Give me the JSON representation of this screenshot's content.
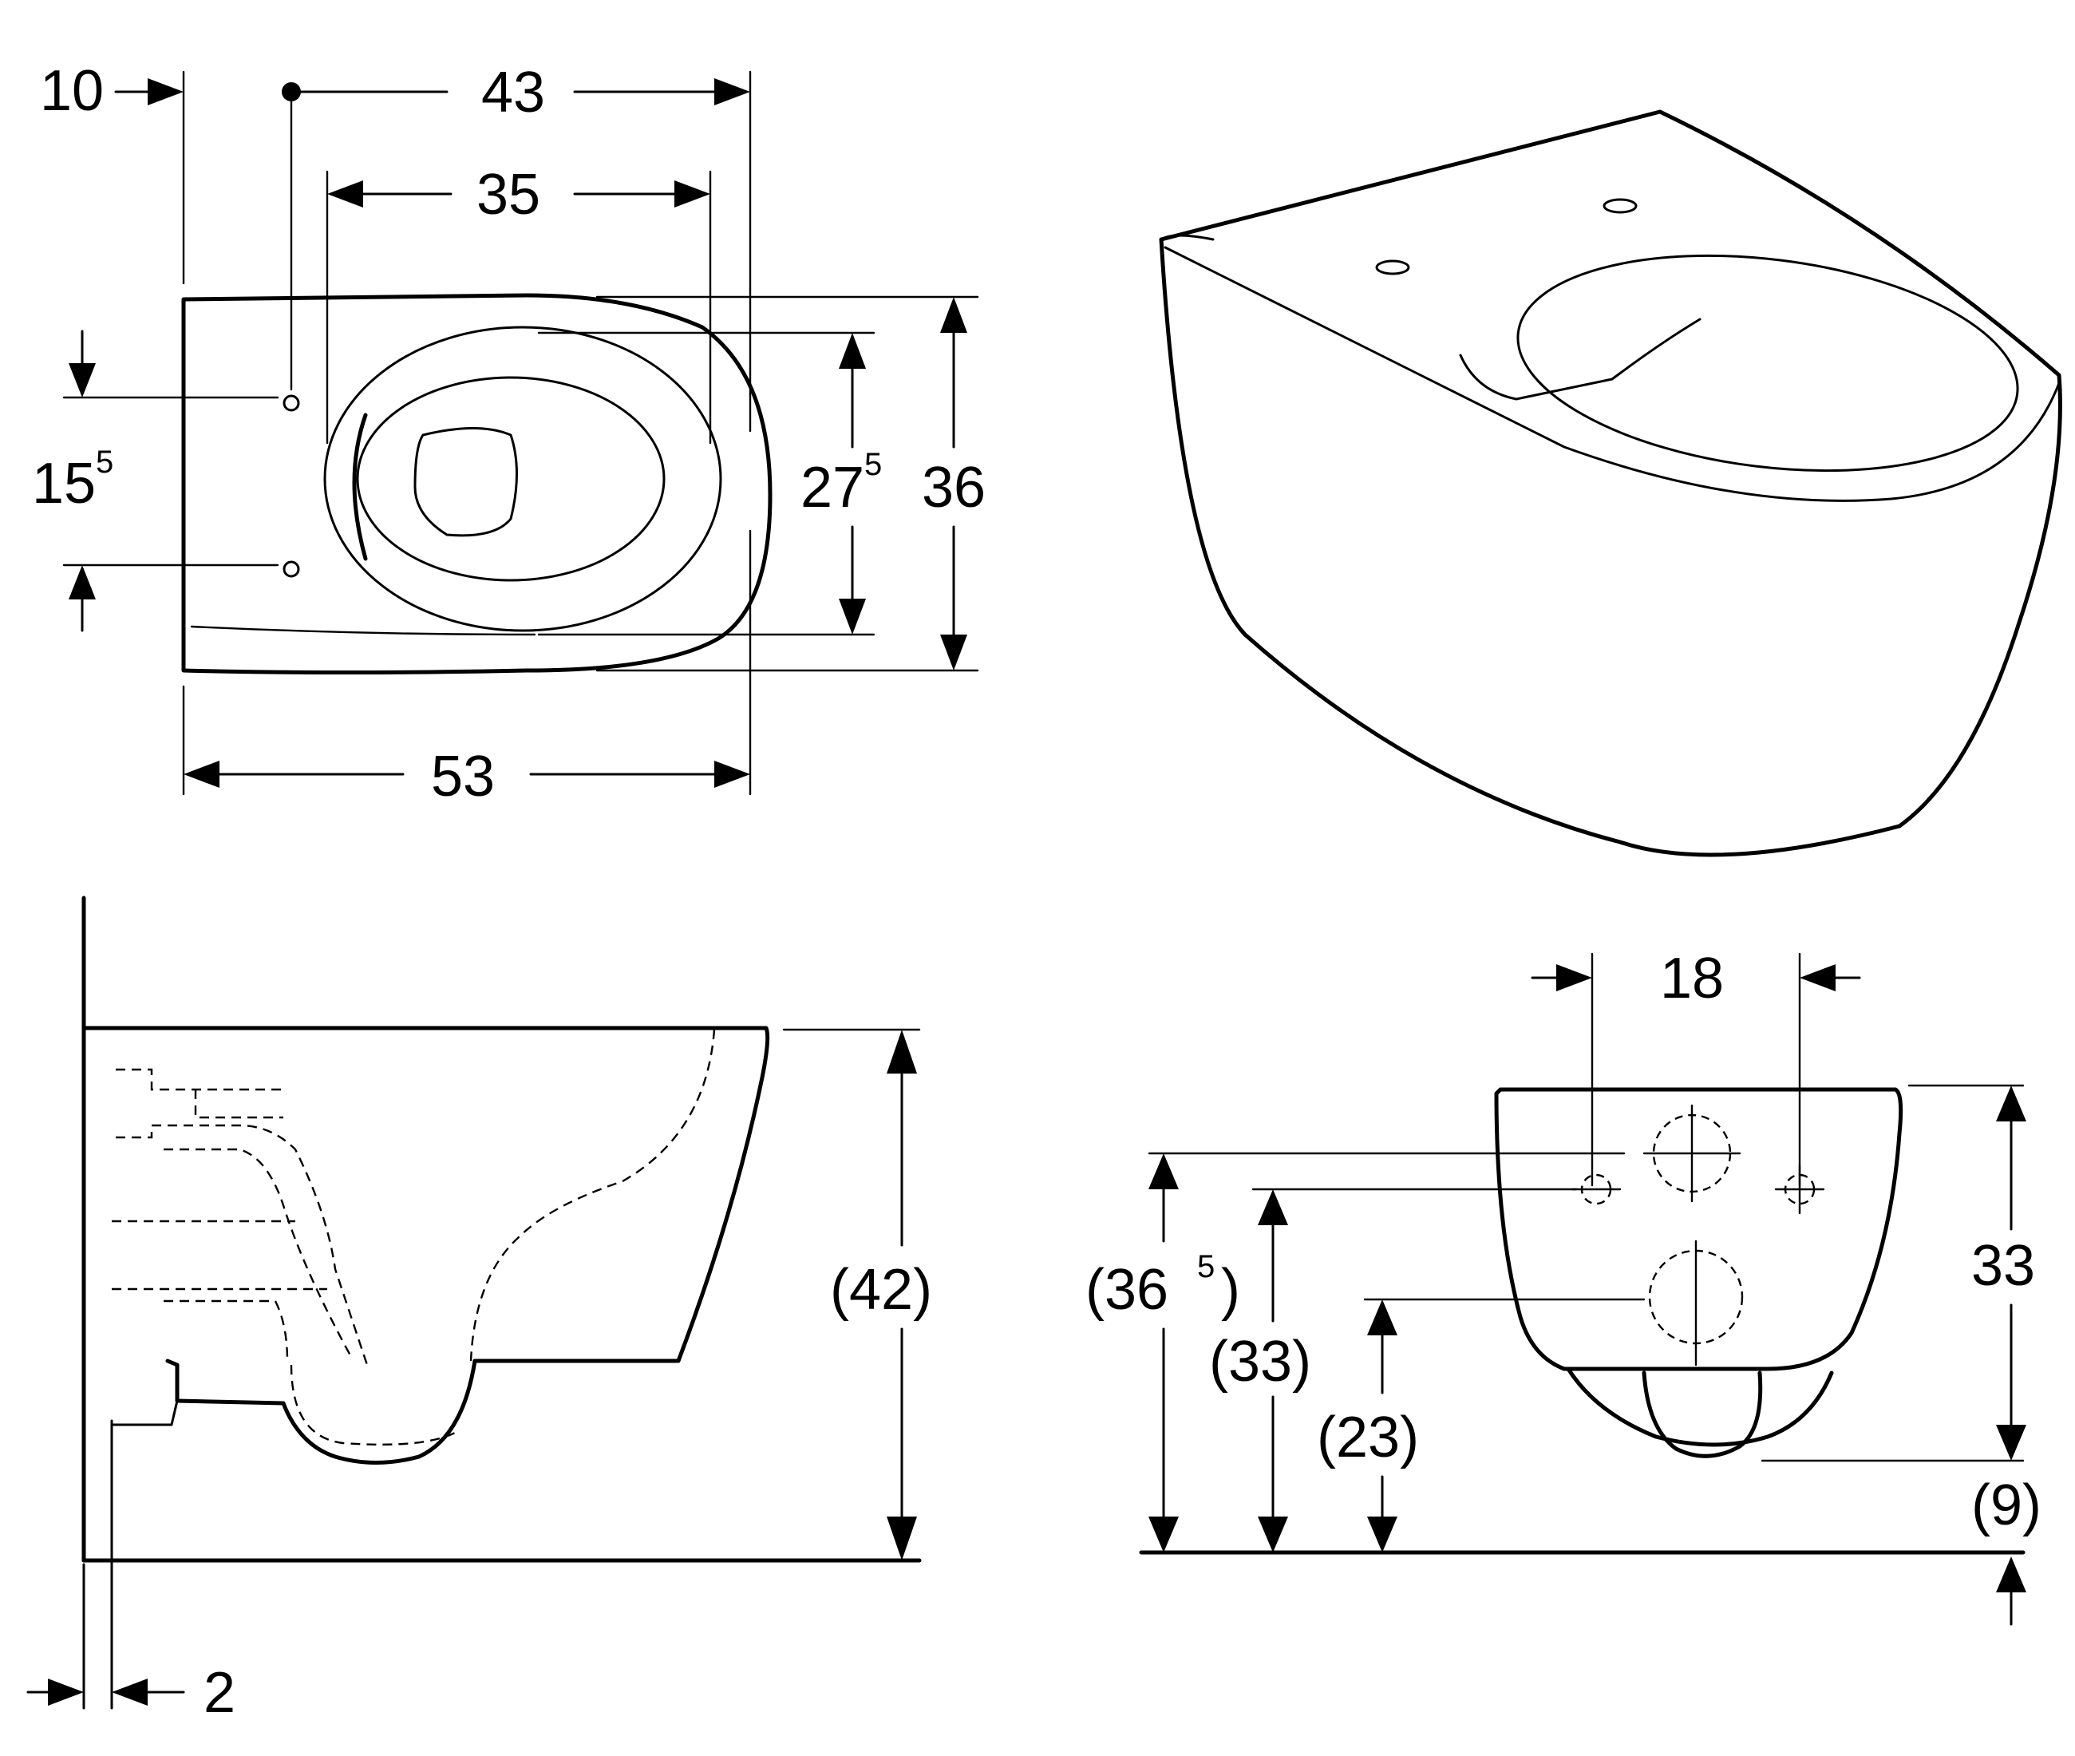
{
  "top_view": {
    "dim_10": "10",
    "dim_43": "43",
    "dim_35": "35",
    "dim_15": "15",
    "dim_15_sup": "5",
    "dim_27": "27",
    "dim_27_sup": "5",
    "dim_36": "36",
    "dim_53": "53"
  },
  "side_view": {
    "dim_42": "(42)",
    "dim_2": "2"
  },
  "front_view": {
    "dim_18": "18",
    "dim_36": "(36",
    "dim_36_sup": "5",
    "dim_36_close": ")",
    "dim_33_paren": "(33)",
    "dim_23": "(23)",
    "dim_33": "33",
    "dim_9": "(9)"
  }
}
